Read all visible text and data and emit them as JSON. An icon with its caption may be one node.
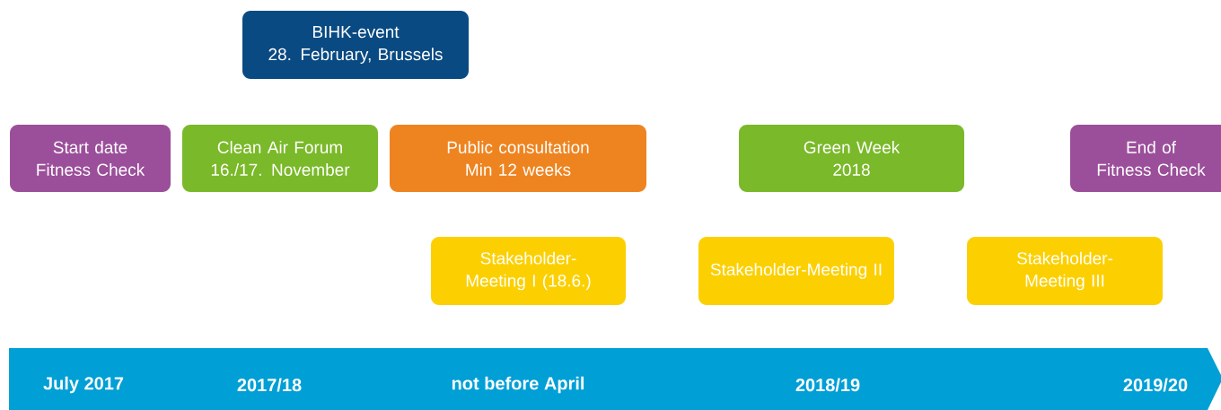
{
  "diagram": {
    "nodes": [
      {
        "text": [
          "BIHK-event",
          "28. February, Brussels"
        ]
      },
      {
        "text": [
          "Start date",
          "Fitness Check"
        ]
      },
      {
        "text": [
          "Clean Air Forum",
          "16./17. November"
        ]
      },
      {
        "text": [
          "Public consultation",
          "Min 12 weeks"
        ]
      },
      {
        "text": [
          "Green Week",
          "2018"
        ]
      },
      {
        "text": [
          "End of",
          "Fitness Check"
        ]
      },
      {
        "text": [
          "Stakeholder-Meeting I (18.6.)"
        ]
      },
      {
        "text": [
          "Stakeholder-Meeting II"
        ]
      },
      {
        "text": [
          "Stakeholder-Meeting III"
        ]
      },
      {
        "text": [
          "July 2017",
          "2017/18",
          "not before April",
          "2018/19",
          "2019/20"
        ]
      }
    ]
  }
}
